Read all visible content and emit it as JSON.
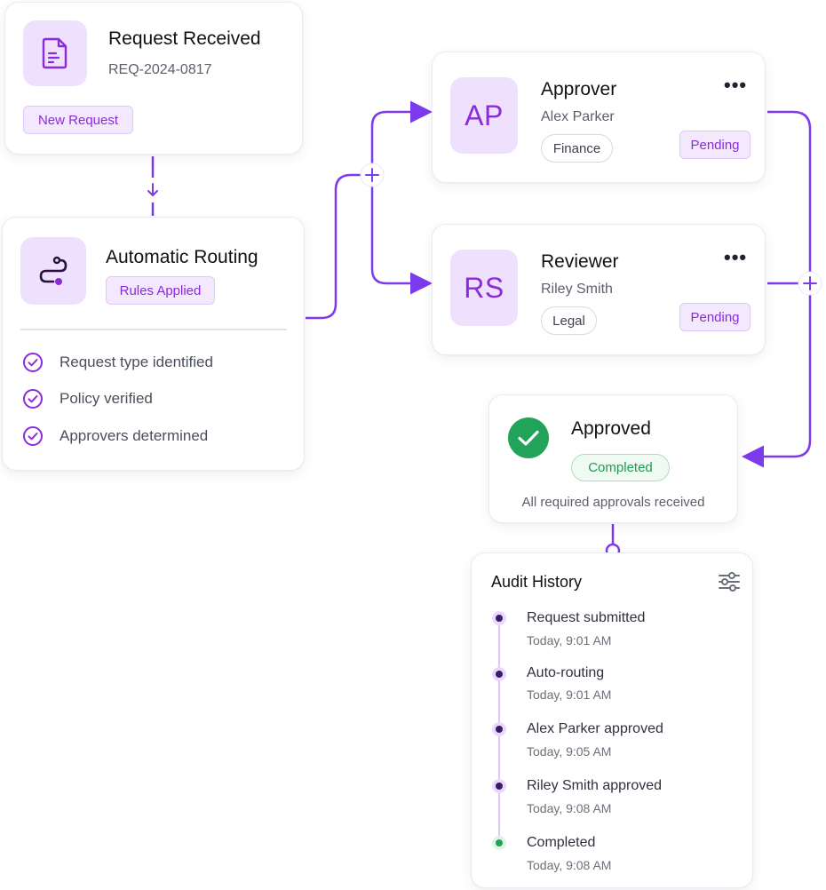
{
  "colors": {
    "accent": "#8b2bd9",
    "connector": "#7c3aed",
    "success": "#22a35a",
    "tile_bg": "#efe1fd"
  },
  "request_card": {
    "icon": "document-icon",
    "title": "Request Received",
    "id": "REQ-2024-0817",
    "badge": "New Request"
  },
  "routing_card": {
    "icon": "route-icon",
    "title": "Automatic Routing",
    "badge": "Rules Applied",
    "checks": [
      {
        "icon": "check-circle-icon",
        "label": "Request type identified"
      },
      {
        "icon": "check-circle-icon",
        "label": "Policy verified"
      },
      {
        "icon": "check-circle-icon",
        "label": "Approvers determined"
      }
    ]
  },
  "approver_card": {
    "initials": "AP",
    "title": "Approver",
    "name": "Alex Parker",
    "department": "Finance",
    "status": "Pending",
    "menu": "more-options-icon"
  },
  "reviewer_card": {
    "initials": "RS",
    "title": "Reviewer",
    "name": "Riley Smith",
    "department": "Legal",
    "status": "Pending",
    "menu": "more-options-icon"
  },
  "approved_card": {
    "icon": "check-icon",
    "title": "Approved",
    "badge": "Completed",
    "note": "All required approvals received"
  },
  "audit": {
    "title": "Audit History",
    "filter_icon": "filter-sliders-icon",
    "events": [
      {
        "label": "Request submitted",
        "time": "Today, 9:01 AM",
        "status": "purple"
      },
      {
        "label": "Auto-routing",
        "time": "Today, 9:01 AM",
        "status": "purple"
      },
      {
        "label": "Alex Parker approved",
        "time": "Today, 9:05 AM",
        "status": "purple"
      },
      {
        "label": "Riley Smith approved",
        "time": "Today, 9:08 AM",
        "status": "purple"
      },
      {
        "label": "Completed",
        "time": "Today, 9:08 AM",
        "status": "green"
      }
    ]
  }
}
